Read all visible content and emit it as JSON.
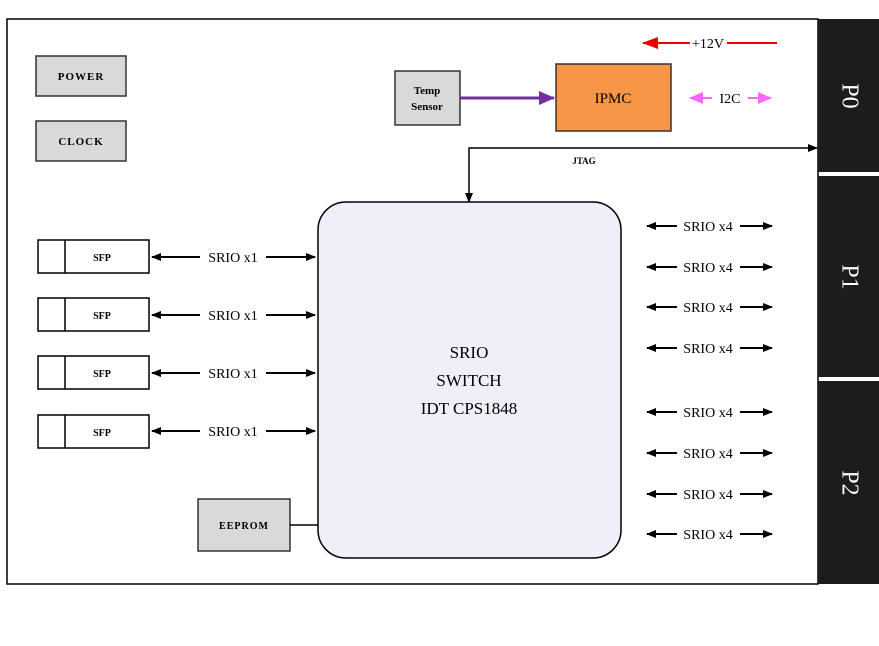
{
  "blocks": {
    "power": "POWER",
    "clock": "CLOCK",
    "temp_sensor": [
      "Temp",
      "Sensor"
    ],
    "ipmc": "IPMC",
    "eeprom": "EEPROM",
    "sfp": [
      "SFP",
      "SFP",
      "SFP",
      "SFP"
    ],
    "switch": [
      "SRIO",
      "SWITCH",
      "IDT CPS1848"
    ]
  },
  "connectors": [
    "P0",
    "P1",
    "P2"
  ],
  "labels": {
    "power_in": "+12V",
    "i2c": "I2C",
    "jtag": "JTAG",
    "sfp_links": [
      "SRIO x1",
      "SRIO x1",
      "SRIO x1",
      "SRIO x1"
    ],
    "backplane_links": [
      "SRIO x4",
      "SRIO x4",
      "SRIO x4",
      "SRIO x4",
      "SRIO x4",
      "SRIO x4",
      "SRIO x4",
      "SRIO x4"
    ]
  },
  "colors": {
    "block_fill": "#d9d9d9",
    "ipmc_fill": "#f79646",
    "switch_fill": "#eeeff8",
    "connector_fill": "#1c1c1c",
    "power_arrow": "#e60000",
    "i2c_arrow": "#ff66ff",
    "temp_arrow": "#7030a0"
  }
}
